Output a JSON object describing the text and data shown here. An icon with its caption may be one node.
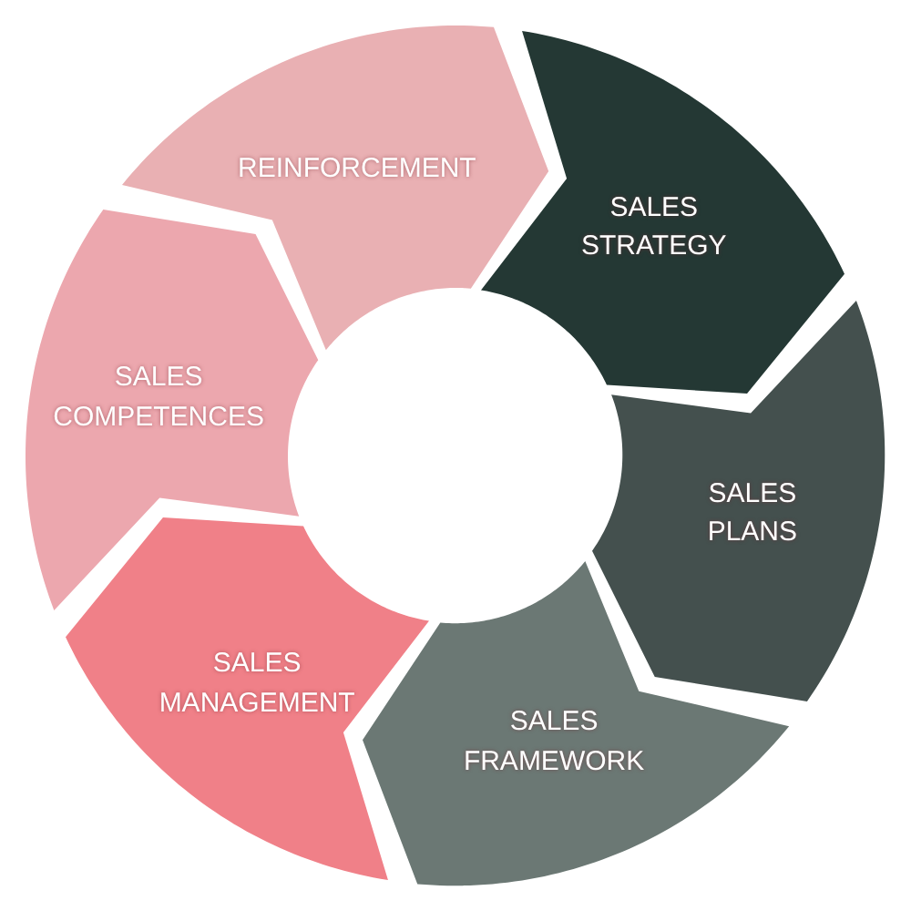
{
  "diagram": {
    "nodes": [
      {
        "text": [
          "SALES STRATEGY"
        ]
      },
      {
        "text": [
          "SALES PLANS"
        ]
      },
      {
        "text": [
          "SALES FRAMEWORK"
        ]
      },
      {
        "text": [
          "SALES MANAGEMENT"
        ]
      },
      {
        "text": [
          "SALES COMPETENCES"
        ]
      },
      {
        "text": [
          "REINFORCEMENT"
        ]
      }
    ]
  }
}
